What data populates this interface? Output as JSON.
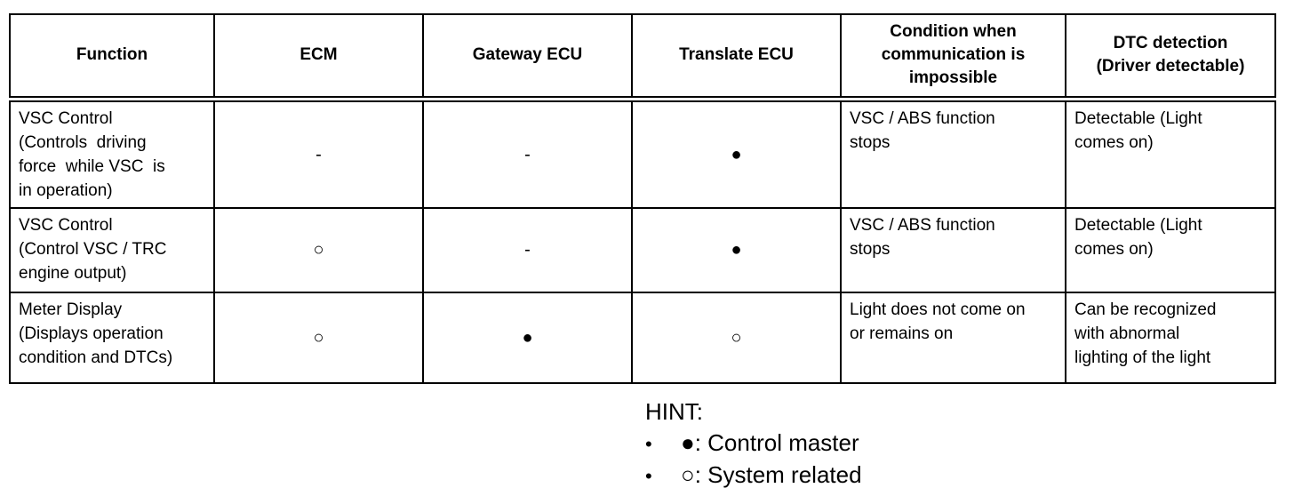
{
  "table": {
    "columns": [
      "Function",
      "ECM",
      "Gateway ECU",
      "Translate ECU",
      "Condition when\ncommunication is\nimpossible",
      "DTC detection\n(Driver detectable)"
    ],
    "rows": [
      {
        "cells": [
          "VSC Control\n(Controls  driving\nforce  while VSC  is\nin operation)",
          "-",
          "-",
          "●",
          "VSC / ABS function\nstops",
          "Detectable (Light\ncomes on)"
        ]
      },
      {
        "cells": [
          "VSC Control\n(Control VSC / TRC\nengine output)",
          "○",
          "-",
          "●",
          "VSC / ABS function\nstops",
          "Detectable (Light\ncomes on)"
        ]
      },
      {
        "cells": [
          "Meter Display\n(Displays operation\ncondition and DTCs)",
          "○",
          "●",
          "○",
          "Light does not come on\nor remains on",
          "Can be recognized\nwith abnormal\nlighting of the light"
        ]
      }
    ]
  },
  "hint": {
    "title": "HINT:",
    "bullet": "•",
    "items": [
      "●: Control master",
      "○: System related"
    ]
  },
  "colors": {
    "text": "#000000",
    "background": "#ffffff",
    "border": "#000000"
  },
  "symbols": {
    "control_master": "●",
    "system_related": "○",
    "not_applicable": "-"
  }
}
